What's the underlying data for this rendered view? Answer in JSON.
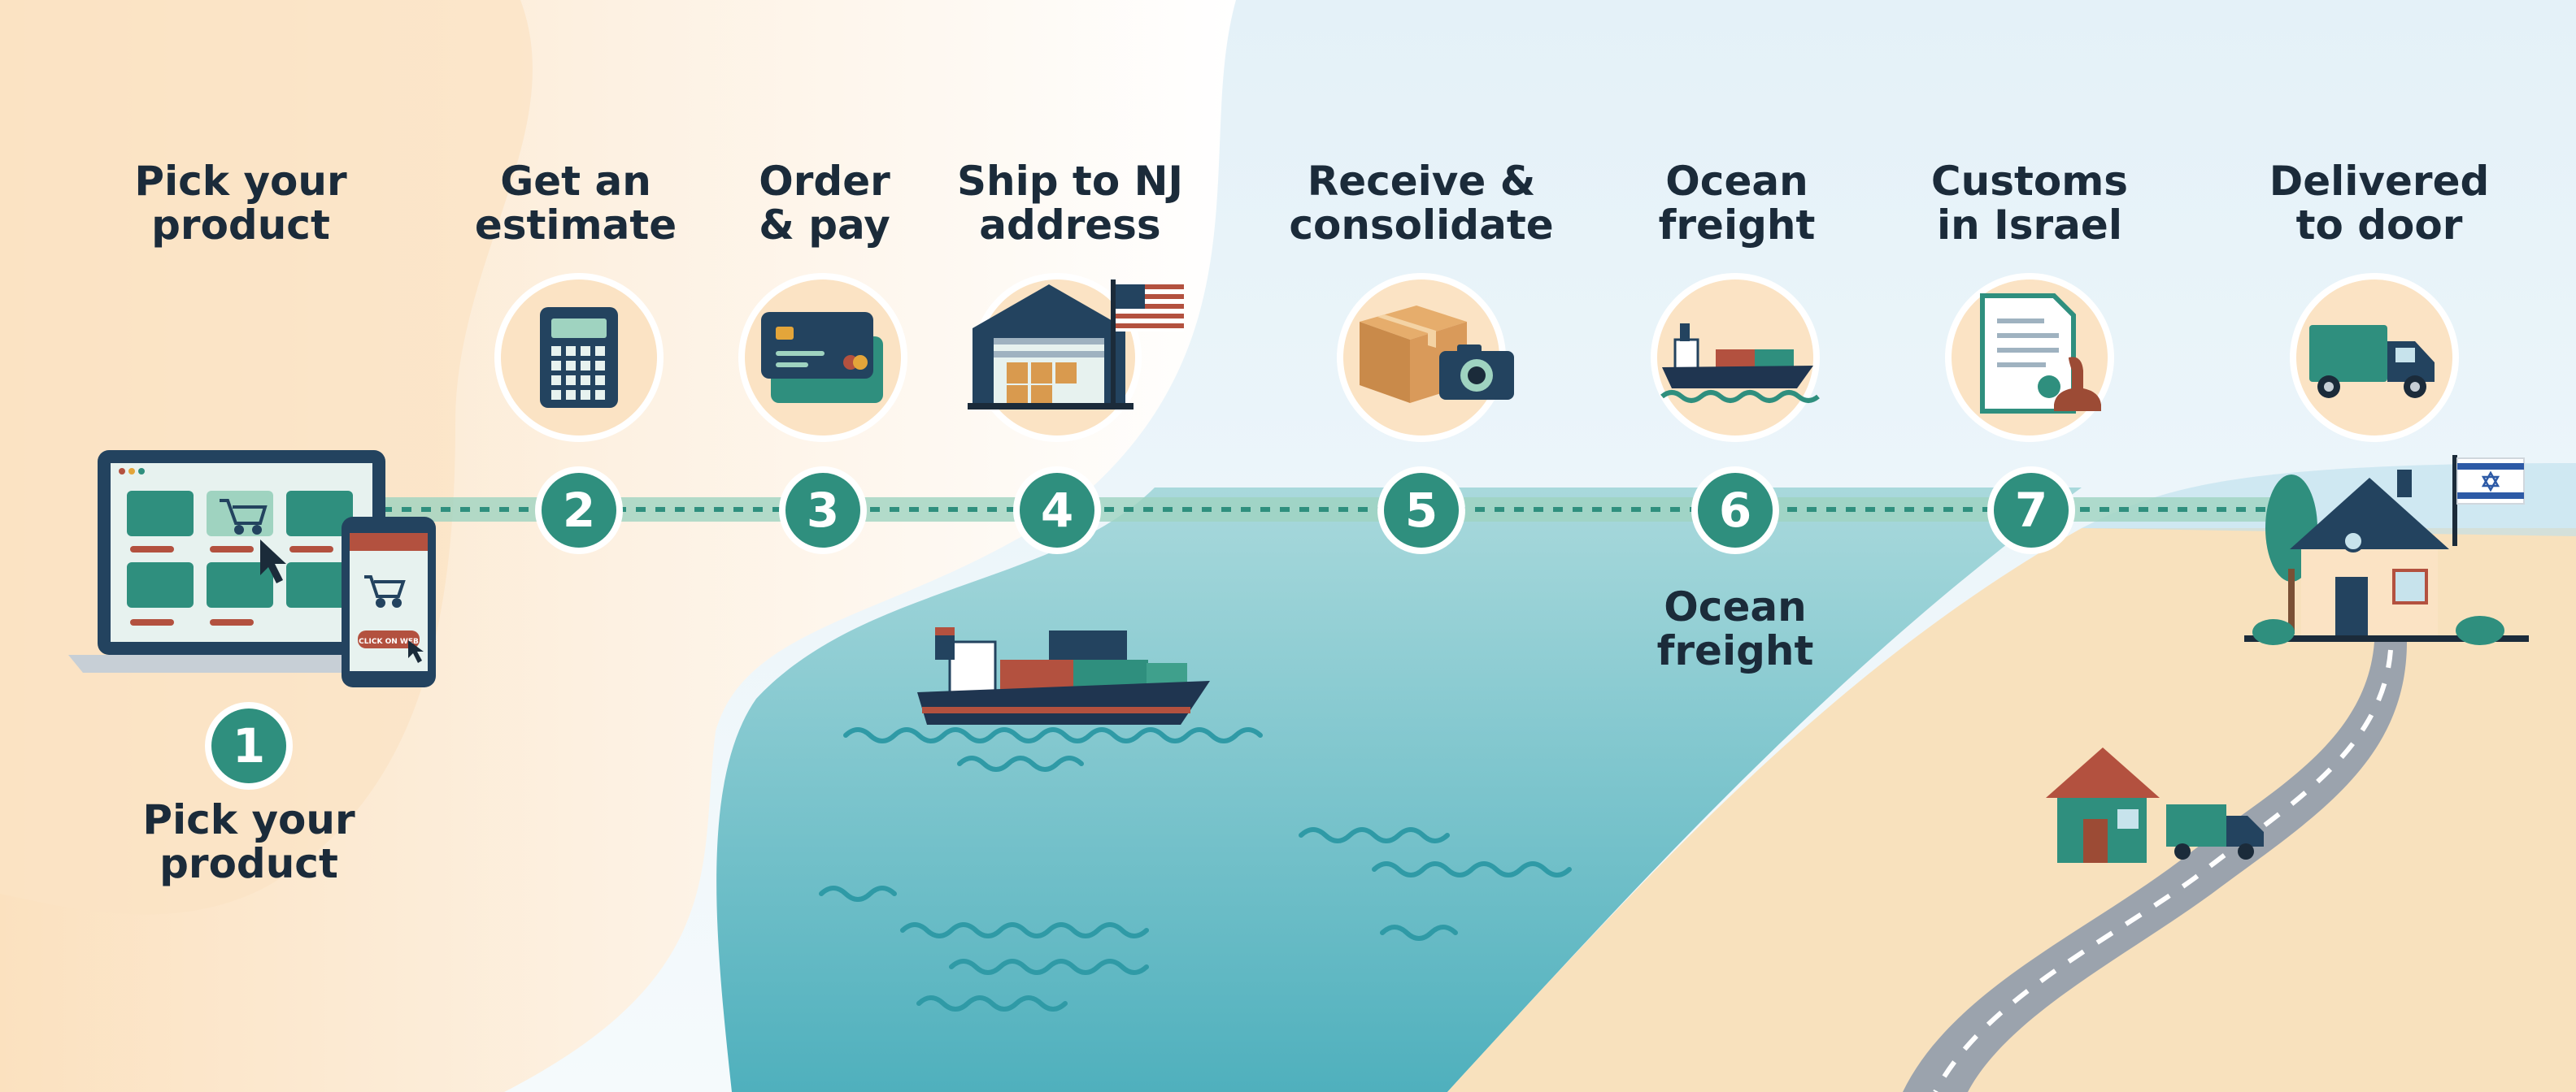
{
  "steps": [
    {
      "number": "1",
      "title_line1": "Pick your",
      "title_line2": "product"
    },
    {
      "number": "2",
      "title_line1": "Get an",
      "title_line2": "estimate"
    },
    {
      "number": "3",
      "title_line1": "Order",
      "title_line2": "& pay"
    },
    {
      "number": "4",
      "title_line1": "Ship to NJ",
      "title_line2": "address"
    },
    {
      "number": "5",
      "title_line1": "Receive &",
      "title_line2": "consolidate"
    },
    {
      "number": "6",
      "title_line1": "Ocean",
      "title_line2": "freight"
    },
    {
      "number": "7",
      "title_line1": "Customs",
      "title_line2": "in Israel"
    },
    {
      "number": "",
      "title_line1": "Delivered",
      "title_line2": "to door"
    }
  ],
  "secondary_labels": {
    "pick_product": {
      "line1": "Pick your",
      "line2": "product"
    },
    "ocean_freight": {
      "line1": "Ocean",
      "line2": "freight"
    }
  },
  "phone_button_label": "CLICK ON WEB",
  "icons": {
    "step2": "calculator-icon",
    "step3": "credit-card-icon",
    "step4": "warehouse-with-us-flag-icon",
    "step5": "box-and-camera-icon",
    "step6": "cargo-ship-icon",
    "step7": "customs-document-stamp-icon",
    "step8": "delivery-truck-icon"
  },
  "colors": {
    "accent_teal": "#2f8f7e",
    "dark_navy": "#1b2b3a",
    "sand": "#f6dcb4",
    "sea": "#5db9c3",
    "circle_bg": "#fbe3c4"
  }
}
